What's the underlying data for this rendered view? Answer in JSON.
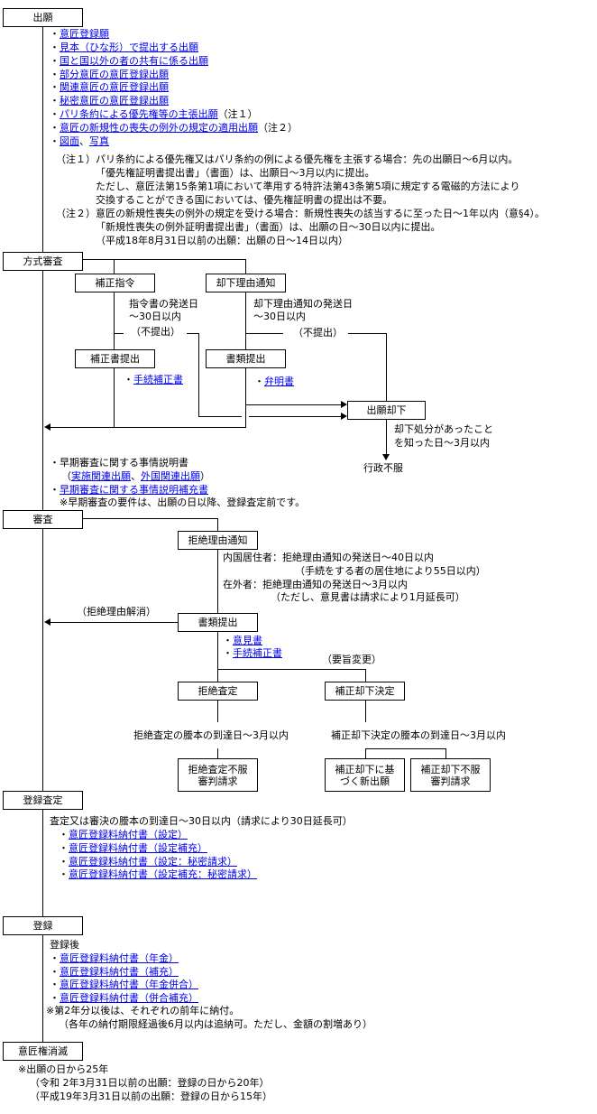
{
  "sections": {
    "filing": "出願",
    "formal": "方式審査",
    "exam": "審査",
    "decision": "登録査定",
    "registration": "登録",
    "extinction": "意匠権消滅"
  },
  "filing": {
    "links": [
      "意匠登録願",
      "見本（ひな形）で提出する出願",
      "国と国以外の者の共有に係る出願",
      "部分意匠の意匠登録出願",
      "関連意匠の意匠登録出願",
      "秘密意匠の意匠登録出願",
      "パリ条約による優先権等の主張出願",
      "意匠の新規性の喪失の例外の規定の適用出願"
    ],
    "suffix1": "（注１）",
    "suffix2": "（注２）",
    "drawing": "図面",
    "photo": "写真",
    "sep": "、",
    "notes": [
      "（注１）パリ条約による優先権又はパリ条約の例による優先権を主張する場合：先の出願日～6月以内。",
      "「優先権証明書提出書」（書面）は、出願日～3月以内に提出。",
      "ただし、意匠法第15条第1項において準用する特許法第43条第5項に規定する電磁的方法により",
      "交換することができる国においては、優先権証明書の提出は不要。",
      "（注２）意匠の新規性喪失の例外の規定を受ける場合：新規性喪失の該当するに至った日～1年以内（意§4）。",
      "「新規性喪失の例外証明書提出書」（書面）は、出願の日～30日以内に提出。",
      "（平成18年8月31日以前の出願：出願の日～14日以内）"
    ]
  },
  "formal": {
    "amend_order": "補正指令",
    "reject_notice": "却下理由通知",
    "amend_deadline": [
      "指令書の発送日",
      "～30日以内"
    ],
    "reject_deadline": [
      "却下理由通知の発送日",
      "～30日以内"
    ],
    "not_submitted": "（不提出）",
    "amend_submit": "補正書提出",
    "docs_submit": "書類提出",
    "amend_link": "手続補正書",
    "explain_link": "弁明書",
    "dismissal": "出願却下",
    "appeal_deadline": [
      "却下処分があったこと",
      "を知った日～3月以内"
    ],
    "admin_appeal": "行政不服",
    "early_exam": "早期審査に関する事情説明書",
    "early_open": "（",
    "early_l1": "実施関連出願",
    "early_l2": "外国関連出願",
    "early_close": "）",
    "early_supp": "早期審査に関する事情説明補充書",
    "early_note": "※早期審査の要件は、出願の日以降、登録査定前です。"
  },
  "exam": {
    "refusal_notice": "拒絶理由通知",
    "deadlines": [
      "内国居住者：拒絶理由通知の発送日～40日以内",
      "（手続をする者の居住地により55日以内）",
      "在外者：拒絶理由通知の発送日～3月以内",
      "（ただし、意見書は請求により1月延長可）"
    ],
    "resolved": "（拒絶理由解消）",
    "docs_submit": "書類提出",
    "links": [
      "意見書",
      "手続補正書"
    ],
    "gist_change": "（要旨変更）",
    "refusal": "拒絶査定",
    "amend_dismiss": "補正却下決定",
    "refusal_deadline": "拒絶査定の謄本の到達日～3月以内",
    "dismiss_deadline": "補正却下決定の謄本の到達日～3月以内",
    "refusal_appeal": [
      "拒絶査定不服",
      "審判請求"
    ],
    "new_app": [
      "補正却下に基",
      "づく新出願"
    ],
    "dismiss_appeal": [
      "補正却下不服",
      "審判請求"
    ]
  },
  "decision": {
    "deadline": "査定又は審決の謄本の到達日～30日以内（請求により30日延長可）",
    "links": [
      "意匠登録料納付書（設定）",
      "意匠登録料納付書（設定補充）",
      "意匠登録料納付書（設定：秘密請求）",
      "意匠登録料納付書（設定補充：秘密請求）"
    ]
  },
  "registration": {
    "after": "登録後",
    "links": [
      "意匠登録料納付書（年金）",
      "意匠登録料納付書（補充）",
      "意匠登録料納付書（年金併合）",
      "意匠登録料納付書（併合補充）"
    ],
    "note1": "※第2年分以後は、それぞれの前年に納付。",
    "note2": "（各年の納付期限経過後6月以内は追納可。ただし、金額の割増あり）"
  },
  "extinction": {
    "lines": [
      "※出願の日から25年",
      "（令和 2年3月31日以前の出願：登録の日から20年）",
      "（平成19年3月31日以前の出願：登録の日から15年）"
    ]
  },
  "bullet": "・"
}
